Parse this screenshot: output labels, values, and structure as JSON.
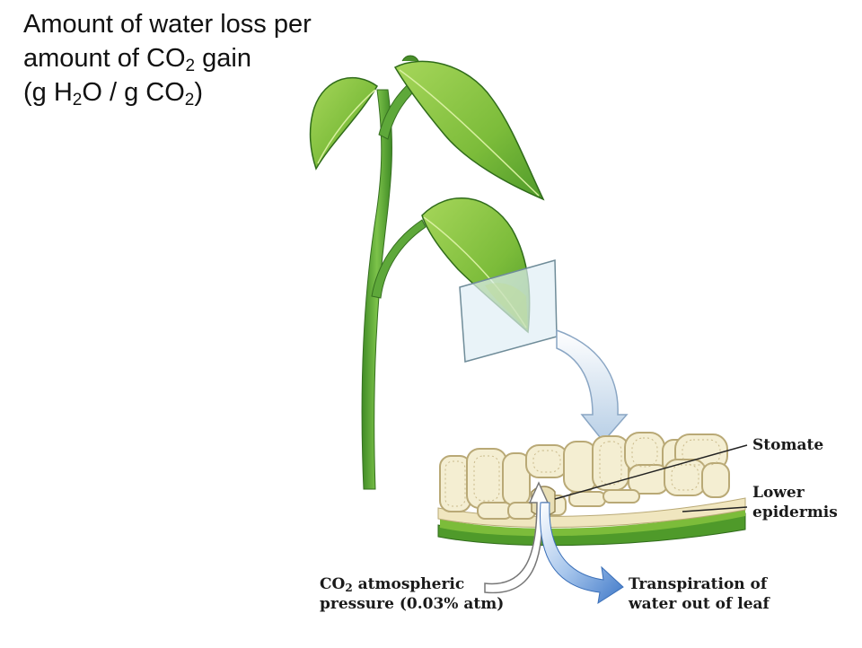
{
  "heading": {
    "line1": "Amount of water loss per",
    "line2_before": "amount of CO",
    "line2_sub": "2",
    "line2_after": " gain",
    "line3_open": "(g H",
    "line3_sub1": "2",
    "line3_mid": "O / g CO",
    "line3_sub2": "2",
    "line3_close": ")"
  },
  "labels": {
    "stomate": "Stomate",
    "lower_epidermis_1": "Lower",
    "lower_epidermis_2": "epidermis",
    "co2_line1_before": "CO",
    "co2_line1_sub": "2",
    "co2_line1_after": " atmospheric",
    "co2_line2": "pressure (0.03% atm)",
    "transpiration_1": "Transpiration of",
    "transpiration_2": "water out of leaf"
  },
  "colors": {
    "leaf_light": "#8cc63f",
    "leaf_dark": "#4a8f2a",
    "stem": "#5ea83a",
    "cell_fill": "#f4eed2",
    "cell_stroke": "#b9a976",
    "arrow_blue": "#5b8fd0",
    "window_fill": "#dfeef5"
  }
}
